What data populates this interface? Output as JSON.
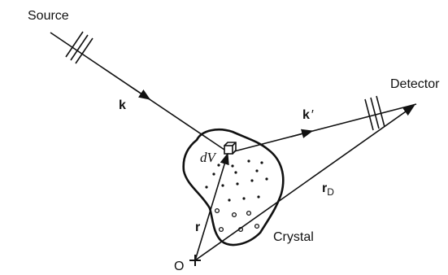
{
  "labels": {
    "source": "Source",
    "detector": "Detector",
    "crystal": "Crystal",
    "origin": "O",
    "volume_element": "dV",
    "incident_wavevector": "k",
    "scattered_wavevector": "k",
    "scattered_prime": "′",
    "position_vector": "r",
    "detector_vector_base": "r",
    "detector_vector_sub": "D"
  },
  "colors": {
    "ink": "#111111",
    "background": "#ffffff"
  }
}
